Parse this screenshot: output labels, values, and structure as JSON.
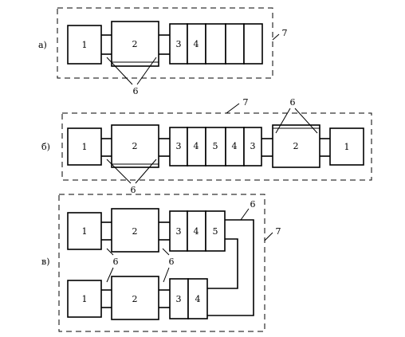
{
  "figure": {
    "variant_a": {
      "letter": "а)",
      "boxes": [
        "1",
        "2",
        "3",
        "4"
      ],
      "callouts": [
        "6",
        "7"
      ]
    },
    "variant_b": {
      "letter": "б)",
      "boxes": [
        "1",
        "2",
        "3",
        "4",
        "5",
        "4",
        "3",
        "2",
        "1"
      ],
      "callouts": [
        "6",
        "6",
        "7"
      ]
    },
    "variant_c": {
      "letter": "в)",
      "top_row": [
        "1",
        "2",
        "3",
        "4",
        "5"
      ],
      "bottom_row": [
        "1",
        "2",
        "3",
        "4"
      ],
      "callouts": [
        "6",
        "6",
        "6",
        "7"
      ]
    }
  }
}
